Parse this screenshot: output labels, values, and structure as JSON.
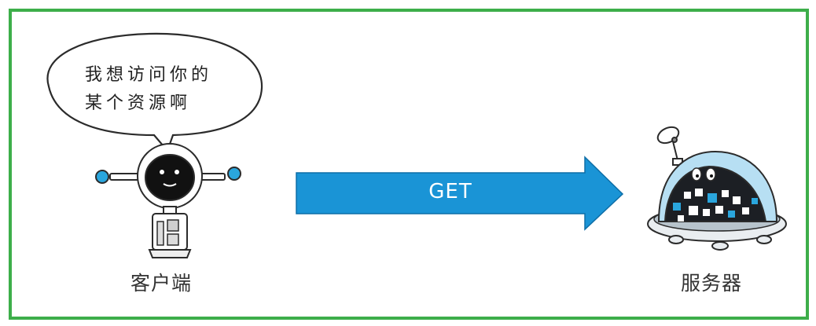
{
  "bubble": {
    "line1": "我想访问你的",
    "line2": "某个资源啊"
  },
  "arrow": {
    "label": "GET",
    "color": "#1a94d6"
  },
  "client": {
    "label": "客户端"
  },
  "server": {
    "label": "服务器"
  },
  "colors": {
    "frame": "#3dae4a",
    "accent_blue": "#2aa6dd"
  }
}
